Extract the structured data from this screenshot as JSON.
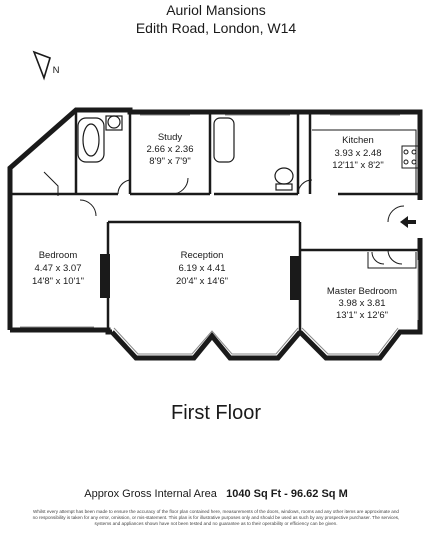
{
  "header": {
    "title": "Auriol Mansions",
    "address": "Edith Road, London, W14"
  },
  "compass": {
    "symbol": "N"
  },
  "rooms": {
    "study": {
      "name": "Study",
      "metric": "2.66 x 2.36",
      "imperial": "8'9\" x 7'9\""
    },
    "kitchen": {
      "name": "Kitchen",
      "metric": "3.93 x 2.48",
      "imperial": "12'11\" x 8'2\""
    },
    "bedroom": {
      "name": "Bedroom",
      "metric": "4.47 x 3.07",
      "imperial": "14'8\" x 10'1\""
    },
    "reception": {
      "name": "Reception",
      "metric": "6.19 x 4.41",
      "imperial": "20'4\" x 14'6\""
    },
    "master": {
      "name": "Master Bedroom",
      "metric": "3.98 x 3.81",
      "imperial": "13'1\" x 12'6\""
    }
  },
  "floor_label": "First Floor",
  "area": {
    "label": "Approx Gross Internal Area",
    "value": "1040 Sq Ft - 96.62 Sq M"
  },
  "disclaimer": "Whilst every attempt has been made to ensure the accuracy of the floor plan contained here, measurements of the doors, windows, rooms and any other items are approximate and no responsibility is taken for any error, omission, or mis-statement. This plan is for illustrative purposes only and should be used as such by any prospective purchaser. The services, systems and appliances shown have not been tested and no guarantee as to their operability or efficiency can be given.",
  "colors": {
    "wall": "#1a1a1a",
    "background": "#ffffff"
  }
}
